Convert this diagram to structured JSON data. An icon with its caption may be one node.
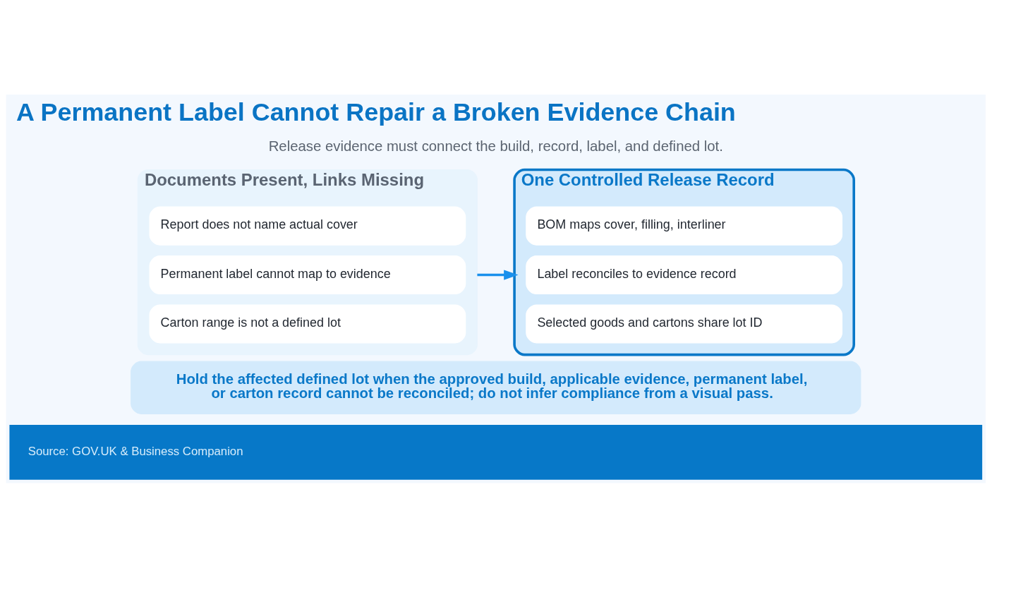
{
  "diagram": {
    "title": "A Permanent Label Cannot Repair a Broken Evidence Chain",
    "nodes": [
      {
        "text": [
          "Documents Present, Links Missing"
        ]
      },
      {
        "text": [
          "Report does not name actual cover"
        ],
        "in": 0
      },
      {
        "text": [
          "Permanent label cannot map to evidence"
        ],
        "in": 0
      },
      {
        "text": [
          "Carton range is not a defined lot"
        ],
        "in": 0
      },
      {
        "text": [
          "One Controlled Release Record"
        ]
      },
      {
        "text": [
          "BOM maps cover, filling, interliner"
        ],
        "in": 4
      },
      {
        "text": [
          "Label reconciles to evidence record"
        ],
        "in": 4
      },
      {
        "text": [
          "Selected goods and cartons share lot ID"
        ],
        "in": 4
      },
      {
        "text": [
          "Hold the affected defined lot when the approved build, applicable evidence, permanent label, or carton record cannot be reconciled; do not infer compliance from a visual pass."
        ]
      }
    ],
    "edges": [
      {
        "from": 0,
        "to": 4,
        "arrow": "to"
      }
    ],
    "labels": [
      "Release evidence must connect the build, record, label, and defined lot.",
      "Source: GOV.UK & Business Companion"
    ]
  }
}
